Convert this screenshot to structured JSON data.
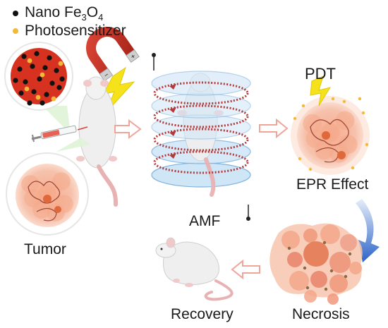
{
  "legend": {
    "items": [
      {
        "label": "Nano Fe",
        "sub1": "3",
        "mid": "O",
        "sub2": "4",
        "color": "#111111"
      },
      {
        "label": "Photosensitizer",
        "color": "#f5b93a"
      }
    ]
  },
  "labels": {
    "pdt": "PDT",
    "epr": "EPR Effect",
    "amf": "AMF",
    "tumor": "Tumor",
    "necrosis": "Necrosis",
    "recovery": "Recovery"
  },
  "colors": {
    "tumor_fill": "#f6b49a",
    "tumor_core": "#e0693b",
    "nano_red": "#d7321f",
    "magnet_red": "#d83a2b",
    "lightning": "#f5e21a",
    "disc": "#cfe6f7",
    "coil": "#b33a3a",
    "arrow_outline": "#f0a59a",
    "blue_arrow": "#2b63c8",
    "mouse_body": "#efefef",
    "mouse_tail": "#e9b2b2"
  }
}
